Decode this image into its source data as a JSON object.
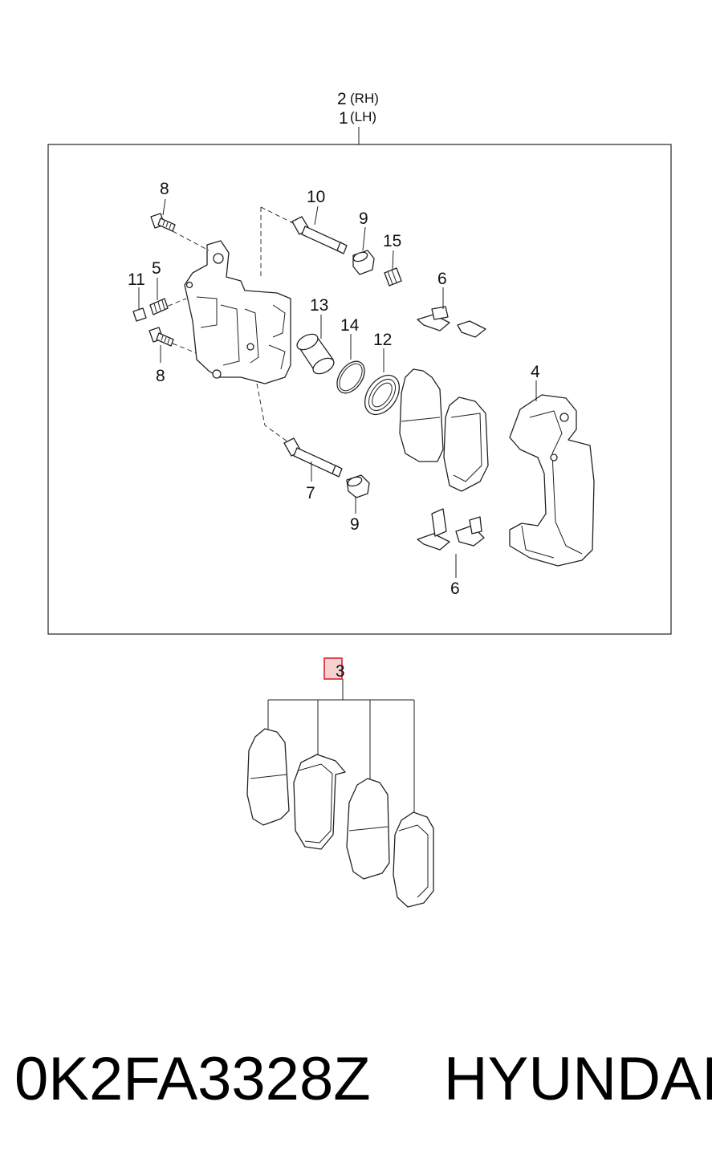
{
  "assembly": {
    "rh_num": "2",
    "rh_side": "(RH)",
    "lh_num": "1",
    "lh_side": "(LH)"
  },
  "callouts": {
    "c8a": "8",
    "c10": "10",
    "c9a": "9",
    "c15": "15",
    "c5": "5",
    "c11": "11",
    "c6a": "6",
    "c13": "13",
    "c14": "14",
    "c12": "12",
    "c4": "4",
    "c8b": "8",
    "c7": "7",
    "c9b": "9",
    "c6b": "6",
    "c3": "3"
  },
  "highlight_color": "#d9232e",
  "footer": {
    "part_number": "0K2FA3328Z",
    "brand": "HYUNDAI"
  }
}
